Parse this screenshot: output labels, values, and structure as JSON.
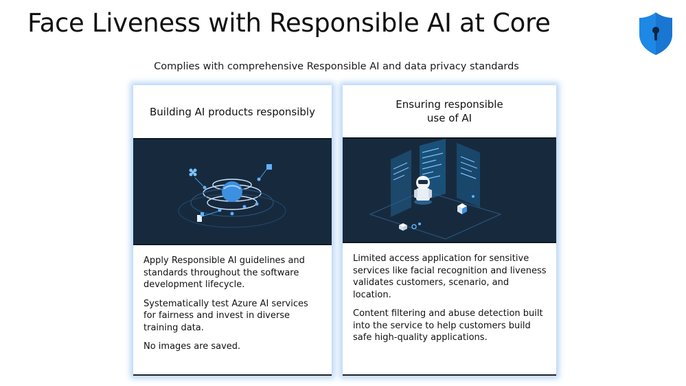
{
  "page": {
    "title": "Face Liveness with Responsible AI at Core",
    "subtitle": "Complies with comprehensive Responsible AI and data privacy standards",
    "badge_icon": "shield-keyhole-icon",
    "accent_color": "#1e88e5"
  },
  "cards": [
    {
      "heading": "Building AI products responsibly",
      "illustration": "globe-orbit-network-illustration",
      "paragraphs": [
        "Apply Responsible AI guidelines and standards throughout the software development lifecycle.",
        "Systematically test Azure AI services for fairness and invest in diverse training data.",
        "No images are saved."
      ]
    },
    {
      "heading_line1": "Ensuring responsible",
      "heading_line2": "use of AI",
      "illustration": "robot-code-screens-illustration",
      "paragraphs": [
        "Limited access application for sensitive services like facial recognition and liveness validates customers, scenario, and location.",
        "Content filtering and abuse detection built into the service to help customers build safe high-quality applications."
      ]
    }
  ]
}
